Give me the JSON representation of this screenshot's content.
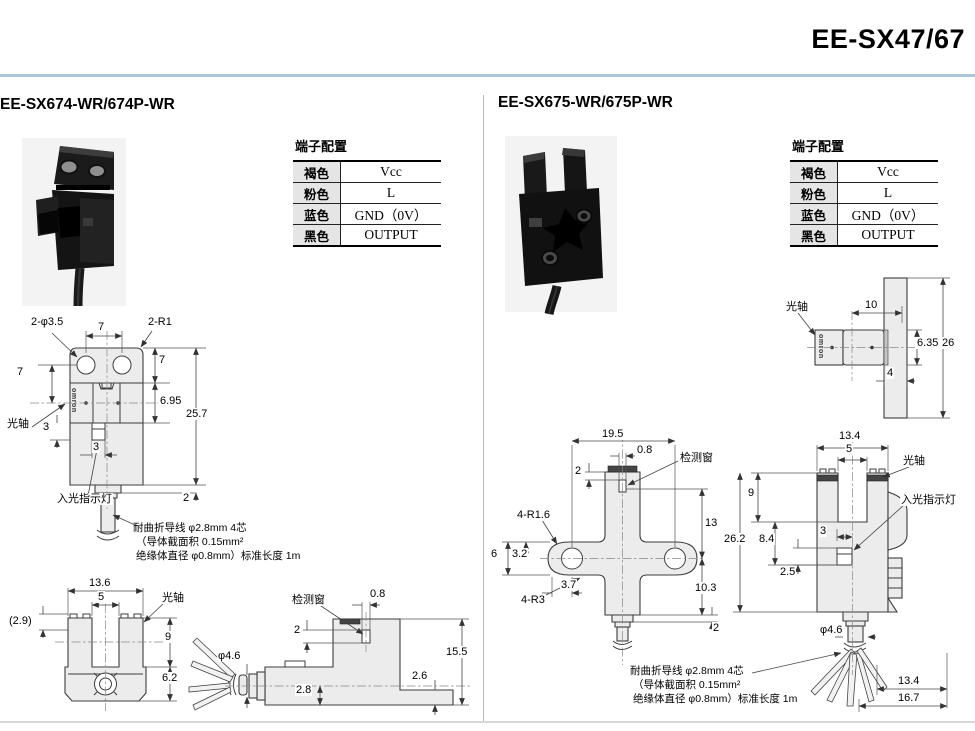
{
  "page": {
    "title": "EE-SX47/67",
    "accent_color": "#a9c7d9",
    "brand": "omron"
  },
  "terminal_table": {
    "title": "端子配置",
    "rows": [
      {
        "color": "褐色",
        "signal": "Vcc"
      },
      {
        "color": "粉色",
        "signal": "L"
      },
      {
        "color": "蓝色",
        "signal": "GND（0V）"
      },
      {
        "color": "黑色",
        "signal": "OUTPUT"
      }
    ]
  },
  "sx674": {
    "heading": "EE-SX674-WR/674P-WR",
    "cable_note": {
      "line1": "耐曲折导线 φ2.8mm  4芯",
      "line2": "（导体截面积 0.15mm²",
      "line3": "绝缘体直径 φ0.8mm）标准长度 1m"
    },
    "front_view": {
      "mount_holes": "2-φ3.5",
      "hole_pitch": "7",
      "corner_radius": "2-R1",
      "top_to_axis": "7",
      "axis_to_slot": "6.95",
      "overall_height": "25.7",
      "hole_to_axis": "7",
      "optical_axis": "光轴",
      "indicator_height": "3",
      "indicator_width": "3",
      "indicator_label": "入光指示灯",
      "stub_height": "2"
    },
    "top_view": {
      "overall_width": "13.6",
      "slot_width": "5",
      "ref_depth": "(2.9)",
      "optical_axis": "光轴",
      "slot_depth": "9",
      "base_height": "6.2"
    },
    "side_view": {
      "window_label": "检测窗",
      "window_width": "0.8",
      "window_height": "2",
      "overall_height": "15.5",
      "ledge_height": "2.6",
      "cable_offset": "2.8",
      "cable_dia": "φ4.6"
    }
  },
  "sx675": {
    "heading": "EE-SX675-WR/675P-WR",
    "cable_note": {
      "line1": "耐曲折导线 φ2.8mm  4芯",
      "line2": "（导体截面积 0.15mm²",
      "line3": "绝缘体直径 φ0.8mm）标准长度 1m"
    },
    "side_view": {
      "optical_axis": "光轴",
      "axis_offset": "10",
      "body_height": "6.35",
      "overall_height": "26",
      "column_width": "4"
    },
    "front_view": {
      "hole_pitch": "19.5",
      "window_width": "0.8",
      "window_label": "检测窗",
      "window_top": "2",
      "window_to_axis": "13",
      "axis_to_bottom": "10.3",
      "stub_height": "2",
      "arm_height": "6",
      "arm_top_to_axis": "3.2",
      "corner_r1": "4-R1.6",
      "corner_r2": "4-R3",
      "arm_end_to_hole": "3.7"
    },
    "u_view": {
      "overall_width": "13.4",
      "slot_width": "5",
      "optical_axis": "光轴",
      "indicator_label": "入光指示灯",
      "slot_depth": "9",
      "overall_height": "26.2",
      "slot_to_indicator": "8.4",
      "indicator_offset": "3",
      "indicator_height": "2.5",
      "cable_dia": "φ4.6",
      "dim_a": "13.4",
      "dim_b": "16.7"
    }
  }
}
